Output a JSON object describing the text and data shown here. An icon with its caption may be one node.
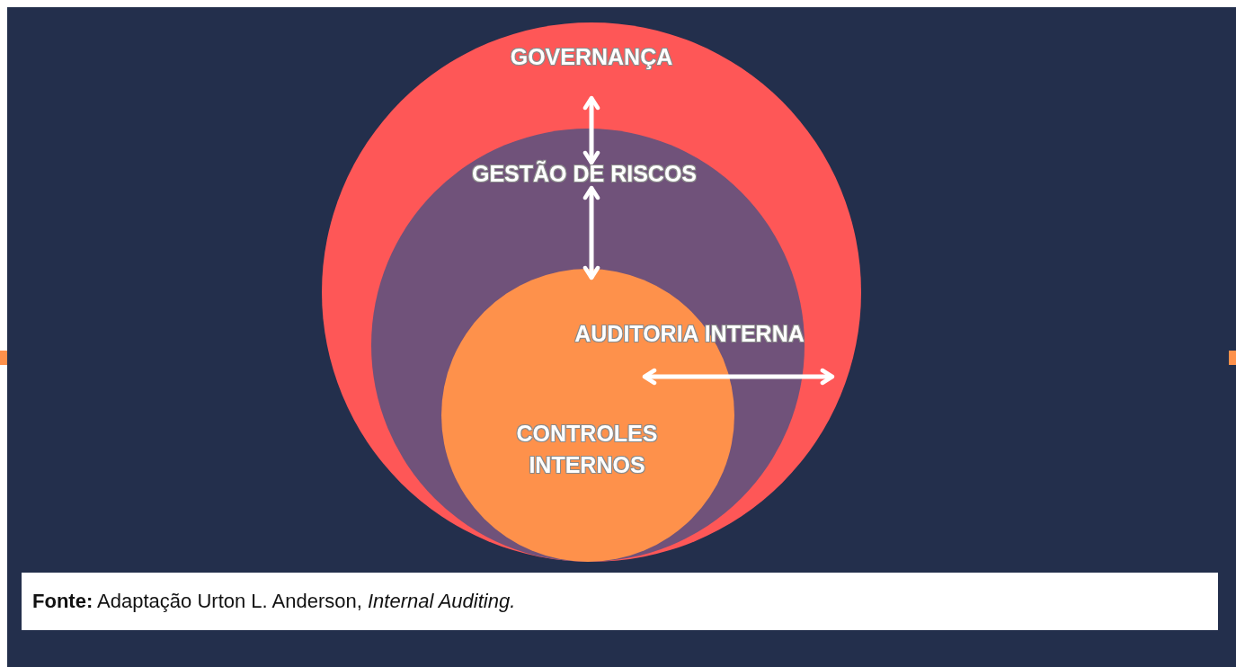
{
  "diagram": {
    "caption": "**Fonte:** Adaptação Urton L. Anderson, *Internal Auditing.*",
    "nodes": [
      {
        "text": [
          "GOVERNANÇA"
        ]
      },
      {
        "text": [
          "GESTÃO DE RISCOS"
        ],
        "in": 0
      },
      {
        "text": [
          "CONTROLES INTERNOS"
        ],
        "in": 1
      }
    ],
    "edges": [
      {
        "from": 0,
        "to": 1,
        "arrow": "both"
      },
      {
        "from": 1,
        "to": 2,
        "arrow": "both"
      },
      {
        "from": 2,
        "to": 0,
        "arrow": "both",
        "label": "AUDITORIA INTERNA"
      }
    ]
  }
}
